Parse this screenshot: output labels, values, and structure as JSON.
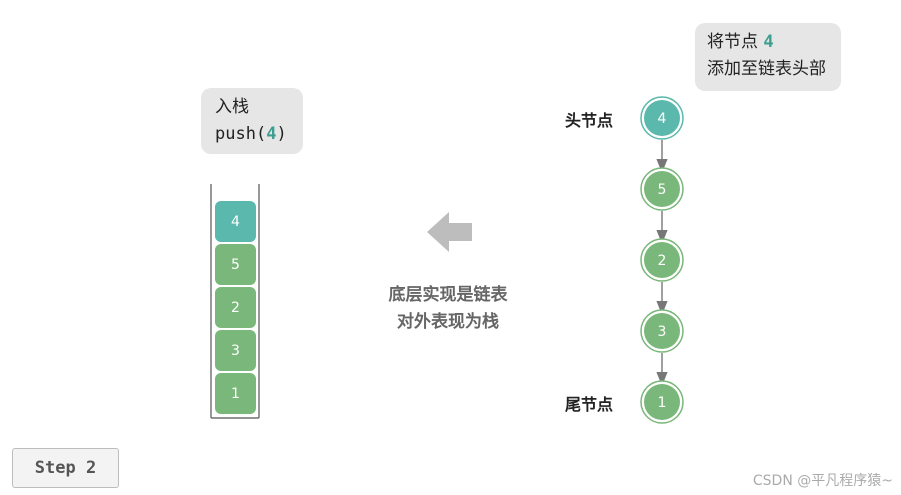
{
  "push_bubble": {
    "line1": "入栈",
    "line2_prefix": "push(",
    "line2_value": "4",
    "line2_suffix": ")"
  },
  "insert_bubble": {
    "line1_prefix": "将节点 ",
    "line1_value": "4",
    "line2": "添加至链表头部"
  },
  "stack": {
    "items": [
      {
        "value": "4",
        "color": "#5bb8ac"
      },
      {
        "value": "5",
        "color": "#7ab77a"
      },
      {
        "value": "2",
        "color": "#7ab77a"
      },
      {
        "value": "3",
        "color": "#7ab77a"
      },
      {
        "value": "1",
        "color": "#7ab77a"
      }
    ]
  },
  "linked_list": {
    "head_label": "头节点",
    "tail_label": "尾节点",
    "nodes": [
      {
        "value": "4",
        "color": "#5bb8ac"
      },
      {
        "value": "5",
        "color": "#7ab77a"
      },
      {
        "value": "2",
        "color": "#7ab77a"
      },
      {
        "value": "3",
        "color": "#7ab77a"
      },
      {
        "value": "1",
        "color": "#7ab77a"
      }
    ]
  },
  "caption": {
    "line1": "底层实现是链表",
    "line2": "对外表现为栈"
  },
  "step": "Step 2",
  "watermark": "CSDN @平凡程序猿~"
}
